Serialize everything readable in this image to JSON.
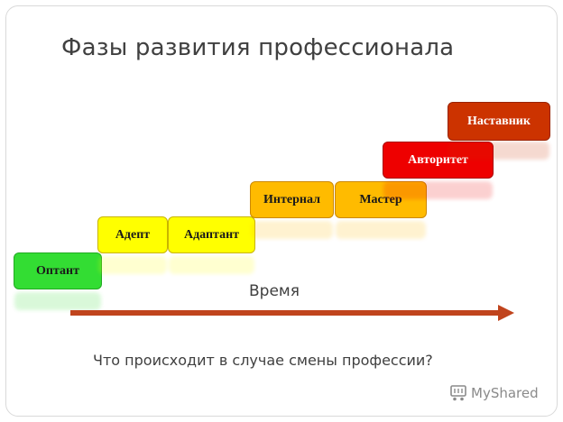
{
  "title": "Фазы развития профессионала",
  "steps": [
    {
      "label": "Оптант",
      "color": "#33dd33"
    },
    {
      "label": "Адепт",
      "color": "#ffff00"
    },
    {
      "label": "Адаптант",
      "color": "#ffff00"
    },
    {
      "label": "Интернал",
      "color": "#ffbb00"
    },
    {
      "label": "Мастер",
      "color": "#ffbb00"
    },
    {
      "label": "Авторитет",
      "color": "#ee0000"
    },
    {
      "label": "Наставник",
      "color": "#cc3300"
    }
  ],
  "time_label": "Время",
  "arrow_color": "#c0441d",
  "question": "Что происходит в случае смены профессии?",
  "watermark": {
    "icon": "shopping-cart-icon",
    "text": "MyShared"
  }
}
